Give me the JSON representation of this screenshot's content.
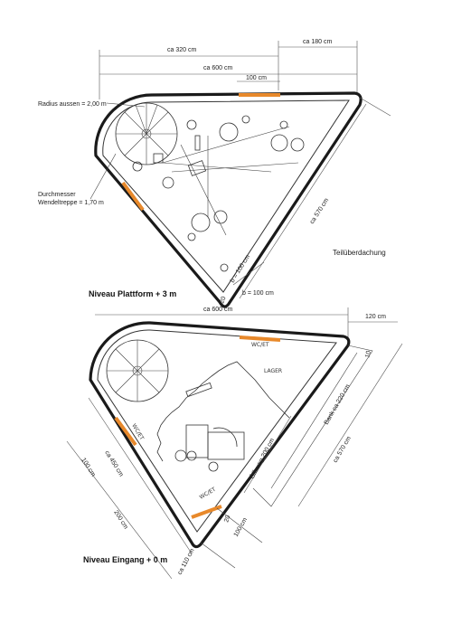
{
  "colors": {
    "accent": "#e8892b",
    "line": "#1a1a1a"
  },
  "upper_plan": {
    "dim_320": "ca 320 cm",
    "dim_180": "ca 180 cm",
    "dim_600": "ca 600 cm",
    "dim_100_top": "100 cm",
    "radius_label": "Radius aussen = 2,00 m",
    "stair_label_line1": "Durchmesser",
    "stair_label_line2": "Wendeltreppe = 1,70 m",
    "dim_570": "ca 570 cm",
    "b100_diag": "b = 100 cm",
    "b100_horiz": "b = 100 cm",
    "dim_20": "20",
    "title": "Niveau Plattform + 3 m"
  },
  "roof_label": "Teilüberdachung",
  "lower_plan": {
    "dim_600": "ca 600 cm",
    "dim_120": "120 cm",
    "dim_10": "10",
    "bank": "Bank ca 220 cm",
    "dim_570": "ca 570 cm",
    "oeffnung": "Öffnung 200 cm",
    "lager": "LAGER",
    "wc_top": "WC/ET",
    "wc_left": "WC/ET",
    "wc_bottom": "WC/ET",
    "dim_450": "ca 450 cm",
    "dim_100_left": "100 cm",
    "dim_200_left": "200 cm",
    "dim_100_bottom": "100 cm",
    "dim_20": "20",
    "dim_110": "ca 110 cm",
    "title": "Niveau Eingang + 0 m"
  }
}
